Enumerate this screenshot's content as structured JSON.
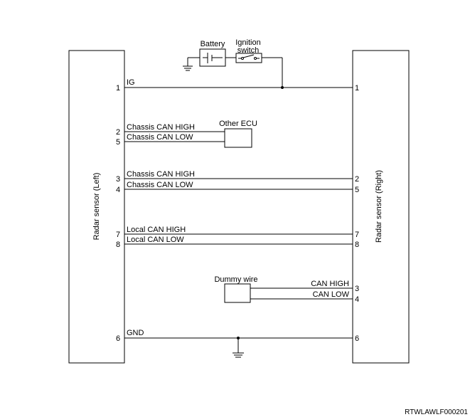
{
  "components": {
    "left_sensor": "Radar sensor (Left)",
    "right_sensor": "Radar sensor (Right)",
    "battery": "Battery",
    "ignition_line1": "Ignition",
    "ignition_line2": "switch",
    "other_ecu": "Other ECU",
    "dummy_wire": "Dummy wire"
  },
  "signals": {
    "ig": "IG",
    "chassis_high_ecu": "Chassis CAN HIGH",
    "chassis_low_ecu": "Chassis CAN LOW",
    "chassis_high": "Chassis CAN HIGH",
    "chassis_low": "Chassis CAN LOW",
    "local_high": "Local CAN HIGH",
    "local_low": "Local CAN LOW",
    "dummy_high": "CAN HIGH",
    "dummy_low": "CAN LOW",
    "gnd": "GND"
  },
  "left_pins": {
    "ig": "1",
    "ecu_high": "2",
    "ecu_low": "5",
    "chassis_high": "3",
    "chassis_low": "4",
    "local_high": "7",
    "local_low": "8",
    "gnd": "6"
  },
  "right_pins": {
    "ig": "1",
    "chassis_high": "2",
    "chassis_low": "5",
    "local_high": "7",
    "local_low": "8",
    "dummy_high": "3",
    "dummy_low": "4",
    "gnd": "6"
  },
  "figure_code": "RTWLAWLF000201"
}
